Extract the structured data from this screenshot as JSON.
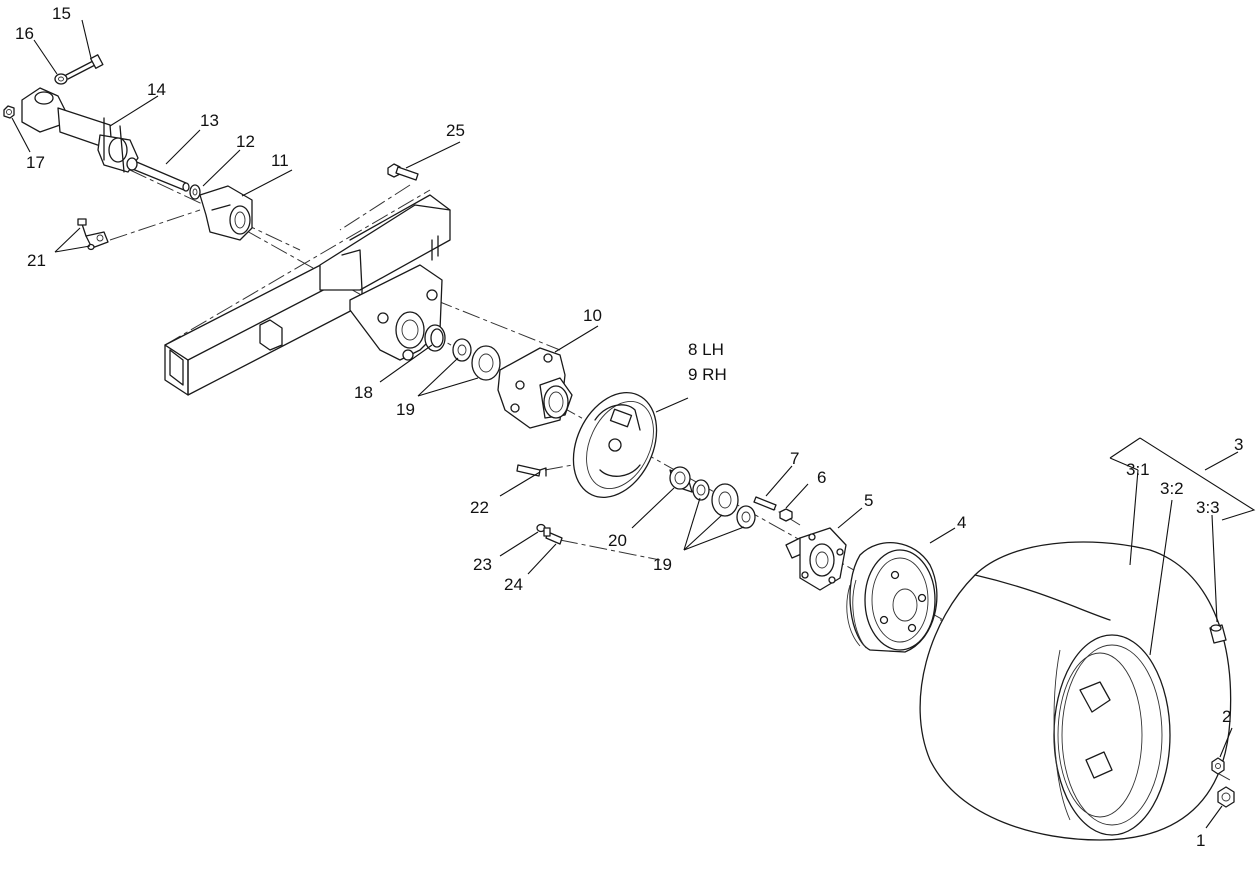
{
  "callouts": {
    "c1": "1",
    "c2": "2",
    "c3": "3",
    "c3_1": "3:1",
    "c3_2": "3:2",
    "c3_3": "3:3",
    "c4": "4",
    "c5": "5",
    "c6": "6",
    "c7": "7",
    "c8": "8 LH",
    "c9": "9 RH",
    "c10": "10",
    "c11": "11",
    "c12": "12",
    "c13": "13",
    "c14": "14",
    "c15": "15",
    "c16": "16",
    "c17": "17",
    "c18": "18",
    "c19a": "19",
    "c19b": "19",
    "c20": "20",
    "c21": "21",
    "c22": "22",
    "c23": "23",
    "c24": "24",
    "c25": "25"
  }
}
